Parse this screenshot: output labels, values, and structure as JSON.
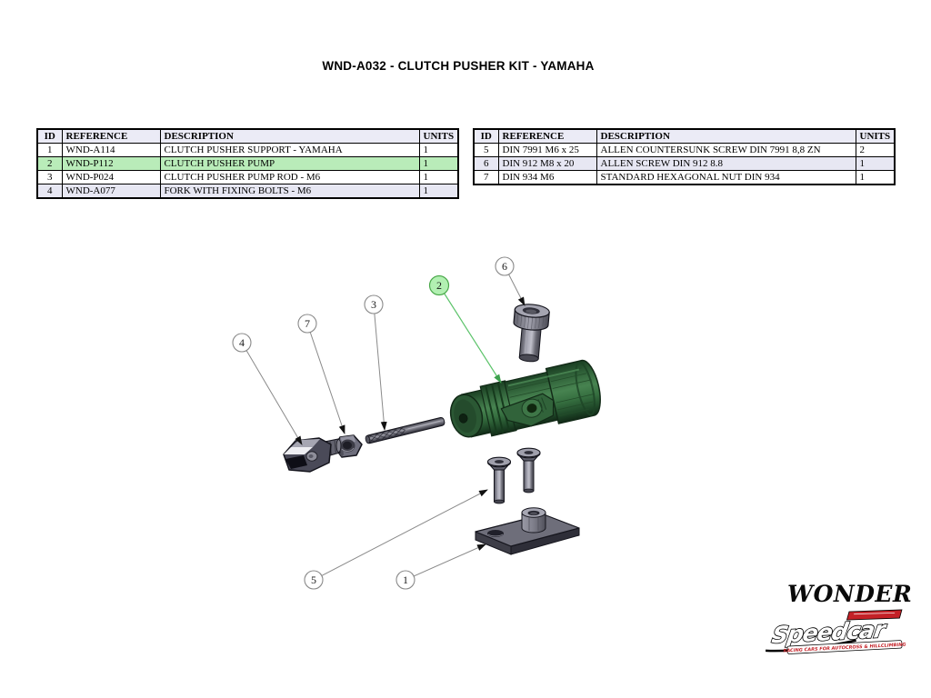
{
  "title": "WND-A032 - CLUTCH PUSHER KIT - YAMAHA",
  "tables": {
    "headers": [
      "ID",
      "REFERENCE",
      "DESCRIPTION",
      "UNITS"
    ],
    "left": {
      "rows": [
        {
          "id": "1",
          "reference": "WND-A114",
          "description": "CLUTCH PUSHER SUPPORT - YAMAHA",
          "units": "1",
          "highlighted": false
        },
        {
          "id": "2",
          "reference": "WND-P112",
          "description": "CLUTCH PUSHER PUMP",
          "units": "1",
          "highlighted": true
        },
        {
          "id": "3",
          "reference": "WND-P024",
          "description": "CLUTCH PUSHER PUMP ROD - M6",
          "units": "1",
          "highlighted": false
        },
        {
          "id": "4",
          "reference": "WND-A077",
          "description": "FORK WITH FIXING BOLTS - M6",
          "units": "1",
          "highlighted": false
        }
      ]
    },
    "right": {
      "rows": [
        {
          "id": "5",
          "reference": "DIN 7991 M6 x 25",
          "description": "ALLEN COUNTERSUNK SCREW DIN 7991 8,8 ZN",
          "units": "2",
          "highlighted": false
        },
        {
          "id": "6",
          "reference": "DIN 912 M8 x 20",
          "description": "ALLEN SCREW DIN 912 8.8",
          "units": "1",
          "highlighted": false
        },
        {
          "id": "7",
          "reference": "DIN 934 M6",
          "description": "STANDARD HEXAGONAL NUT DIN 934",
          "units": "1",
          "highlighted": false
        }
      ]
    }
  },
  "diagram": {
    "callouts": [
      {
        "label": "1",
        "part": "clutch-pusher-support",
        "highlighted": false
      },
      {
        "label": "2",
        "part": "clutch-pusher-pump",
        "highlighted": true
      },
      {
        "label": "3",
        "part": "clutch-pusher-pump-rod",
        "highlighted": false
      },
      {
        "label": "4",
        "part": "fork-with-fixing-bolts",
        "highlighted": false
      },
      {
        "label": "5",
        "part": "allen-countersunk-screw",
        "highlighted": false
      },
      {
        "label": "6",
        "part": "allen-screw",
        "highlighted": false
      },
      {
        "label": "7",
        "part": "hexagonal-nut",
        "highlighted": false
      }
    ]
  },
  "logos": {
    "wonder": "WONDER",
    "speedcar": "Speedcar",
    "speedcar_tagline": "RACING CARS FOR AUTOCROSS & HILLCLIMBING"
  },
  "colors": {
    "highlight_row_green": "#b9ecb9",
    "row_alt_lavender": "#e7e7f3",
    "callout_green_fill": "#b2f0b2",
    "callout_green_stroke": "#4aa84a",
    "pump_green": "#2f6038",
    "metal_gray": "#7c7c8a",
    "logo_red": "#c42127"
  }
}
